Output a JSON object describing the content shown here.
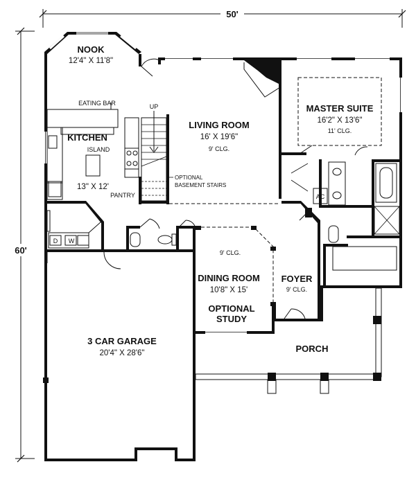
{
  "dimensions": {
    "width": "50'",
    "depth": "60'"
  },
  "rooms": {
    "nook": {
      "name": "NOOK",
      "size": "12'4\" X 11'8\""
    },
    "kitchen": {
      "name": "KITCHEN",
      "size": "13\" X 12'",
      "eating_bar": "EATING BAR",
      "island": "ISLAND",
      "pantry": "PANTRY"
    },
    "living": {
      "name": "LIVING ROOM",
      "size": "16' X 19'6\"",
      "ceiling": "9' CLG."
    },
    "master": {
      "name": "MASTER SUITE",
      "size": "16'2\" X 13'6\"",
      "ceiling": "11' CLG."
    },
    "dining": {
      "name": "DINING ROOM",
      "size": "10'8\" X 15'",
      "ceiling": "9' CLG.",
      "optional_line1": "OPTIONAL",
      "optional_line2": "STUDY"
    },
    "foyer": {
      "name": "FOYER",
      "ceiling": "9' CLG."
    },
    "garage": {
      "name": "3 CAR GARAGE",
      "size": "20'4\" X 28'6\""
    },
    "porch": {
      "name": "PORCH"
    }
  },
  "fixtures": {
    "stairs_up": "UP",
    "basement_line1": "OPTIONAL",
    "basement_line2": "BASEMENT STAIRS",
    "ac": "AC",
    "dryer": "D",
    "washer": "W"
  }
}
